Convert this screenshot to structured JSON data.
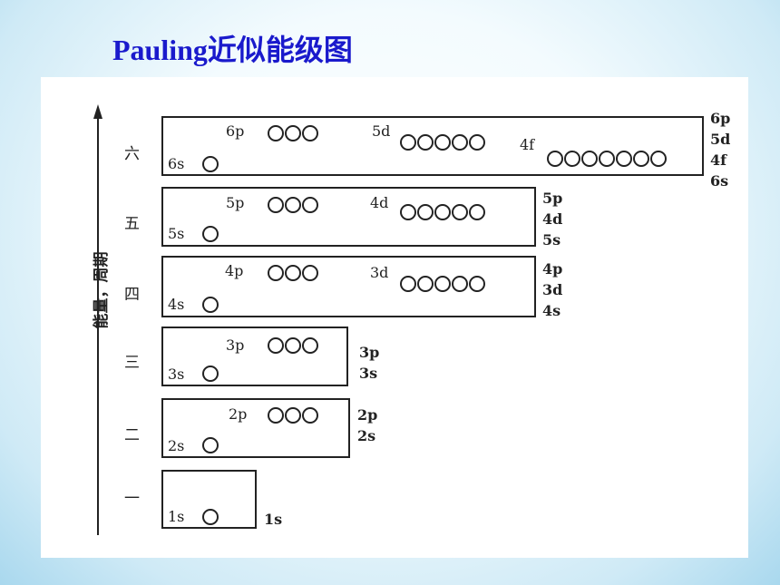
{
  "title": "Pauling近似能级图",
  "y_axis_label": "能量，周期",
  "periods": [
    "一",
    "二",
    "三",
    "四",
    "五",
    "六"
  ],
  "levels": {
    "row1": {
      "s": "1s",
      "side": [
        "1s"
      ]
    },
    "row2": {
      "s": "2s",
      "p": "2p",
      "side": [
        "2p",
        "2s"
      ]
    },
    "row3": {
      "s": "3s",
      "p": "3p",
      "side": [
        "3p",
        "3s"
      ]
    },
    "row4": {
      "s": "4s",
      "p": "4p",
      "d": "3d",
      "side": [
        "4p",
        "3d",
        "4s"
      ]
    },
    "row5": {
      "s": "5s",
      "p": "5p",
      "d": "4d",
      "side": [
        "5p",
        "4d",
        "5s"
      ]
    },
    "row6": {
      "s": "6s",
      "p": "6p",
      "d": "5d",
      "f": "4f",
      "side": [
        "6p",
        "5d",
        "4f",
        "6s"
      ]
    }
  }
}
